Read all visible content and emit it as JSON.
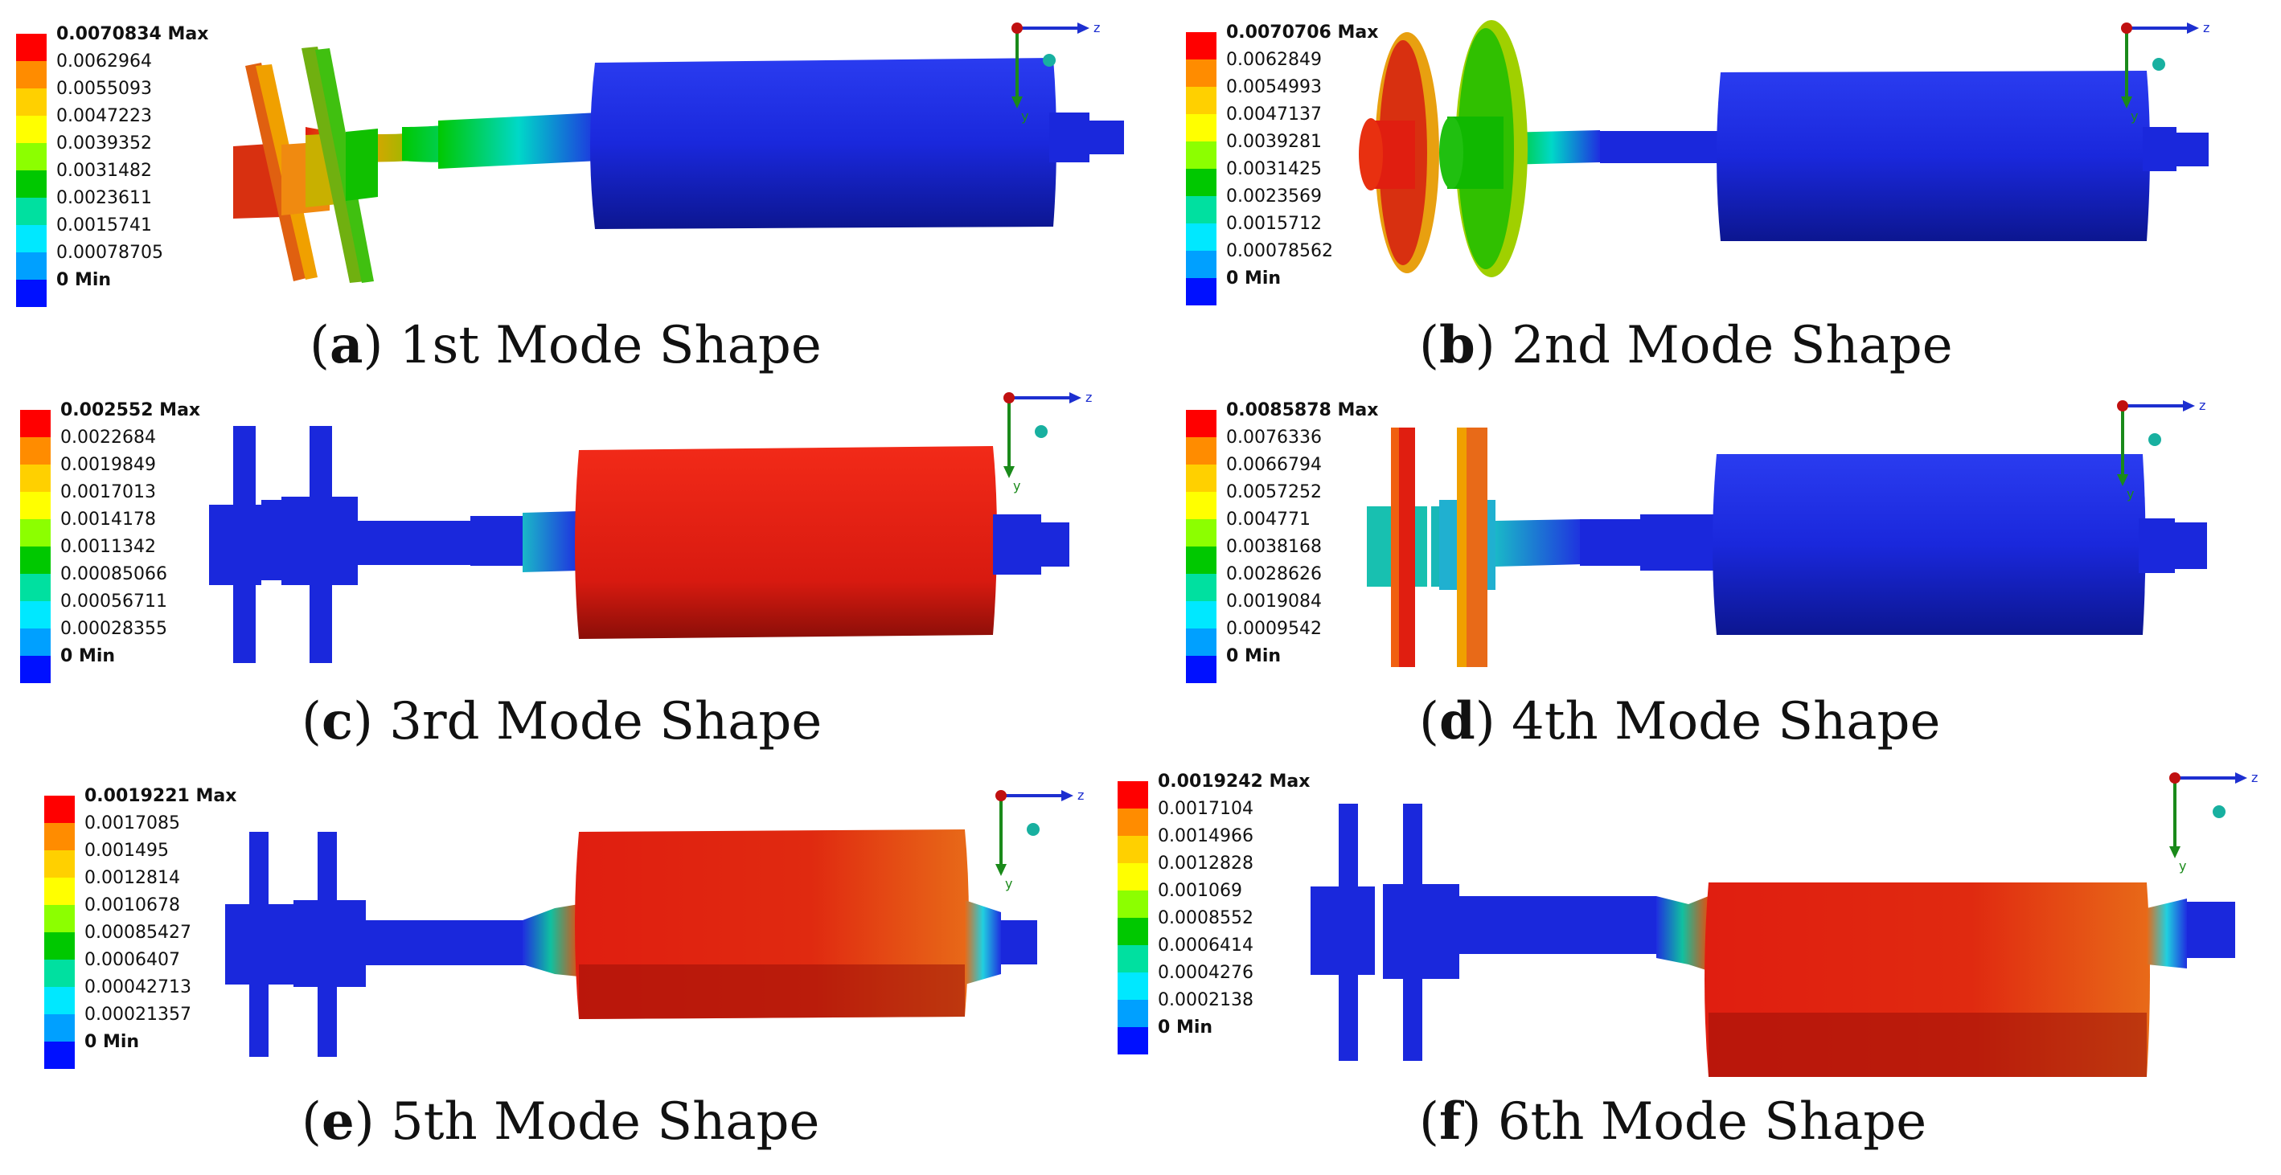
{
  "colors": {
    "scale": [
      "#ff0000",
      "#ff8c00",
      "#ffd000",
      "#ffff00",
      "#8cff00",
      "#00c800",
      "#00e0a0",
      "#00e8ff",
      "#00a0ff",
      "#0010ff"
    ],
    "rotor_blue": "#1f2ee0",
    "rotor_red": "#e01e10",
    "axis_blue": "#1d2fd0",
    "axis_green": "#1a8a1a"
  },
  "axis": {
    "z_label": "z",
    "y_label": "y"
  },
  "panels": [
    {
      "id": "a",
      "caption_letter": "a",
      "caption_text": " 1st Mode Shape",
      "legend": [
        "0.0070834 Max",
        "0.0062964",
        "0.0055093",
        "0.0047223",
        "0.0039352",
        "0.0031482",
        "0.0023611",
        "0.0015741",
        "0.00078705",
        "0 Min"
      ]
    },
    {
      "id": "b",
      "caption_letter": "b",
      "caption_text": " 2nd Mode Shape",
      "legend": [
        "0.0070706 Max",
        "0.0062849",
        "0.0054993",
        "0.0047137",
        "0.0039281",
        "0.0031425",
        "0.0023569",
        "0.0015712",
        "0.00078562",
        "0 Min"
      ]
    },
    {
      "id": "c",
      "caption_letter": "c",
      "caption_text": " 3rd Mode Shape",
      "legend": [
        "0.002552 Max",
        "0.0022684",
        "0.0019849",
        "0.0017013",
        "0.0014178",
        "0.0011342",
        "0.00085066",
        "0.00056711",
        "0.00028355",
        "0 Min"
      ]
    },
    {
      "id": "d",
      "caption_letter": "d",
      "caption_text": " 4th Mode Shape",
      "legend": [
        "0.0085878 Max",
        "0.0076336",
        "0.0066794",
        "0.0057252",
        "0.004771",
        "0.0038168",
        "0.0028626",
        "0.0019084",
        "0.0009542",
        "0 Min"
      ]
    },
    {
      "id": "e",
      "caption_letter": "e",
      "caption_text": " 5th Mode Shape",
      "legend": [
        "0.0019221 Max",
        "0.0017085",
        "0.001495",
        "0.0012814",
        "0.0010678",
        "0.00085427",
        "0.0006407",
        "0.00042713",
        "0.00021357",
        "0 Min"
      ]
    },
    {
      "id": "f",
      "caption_letter": "f",
      "caption_text": " 6th Mode Shape",
      "legend": [
        "0.0019242 Max",
        "0.0017104",
        "0.0014966",
        "0.0012828",
        "0.001069",
        "0.0008552",
        "0.0006414",
        "0.0004276",
        "0.0002138",
        "0 Min"
      ]
    }
  ]
}
